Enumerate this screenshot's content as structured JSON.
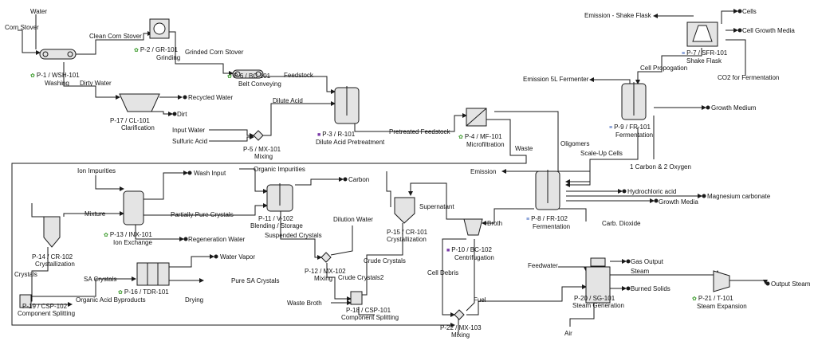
{
  "streams": {
    "water": "Water",
    "corn_stover": "Corn Stover",
    "clean_corn_stover": "Clean Corn Stover",
    "grinded_corn_stover": "Grinded Corn Stover",
    "dirty_water": "Dirty Water",
    "recycled_water": "Recycled Water",
    "dirt": "Dirt",
    "feedstock": "Feedstock",
    "dilute_acid": "Dilute Acid",
    "input_water": "Input Water",
    "sulfuric_acid": "Sulfuric Acid",
    "pretreated_feedstock": "Pretreated Feedstock",
    "waste": "Waste",
    "oligomers": "Oligomers",
    "scale_up_cells": "Scale-Up Cells",
    "emission": "Emission",
    "emission_shake": "Emission - Shake Flask",
    "cells": "Cells",
    "cell_growth_media": "Cell Growth Media",
    "cell_propogation": "Cell Propogation",
    "co2_fermentation": "CO2 for Fermentation",
    "emission_5l": "Emission 5L Fermenter",
    "growth_medium": "Growth Medium",
    "carbon_oxygen": "1 Carbon & 2 Oxygen",
    "hydrochloric_acid": "Hydrochloric acid",
    "magnesium_carbonate": "Magnesium carbonate",
    "growth_media": "Growth Media",
    "carb_dioxide": "Carb. Dioxide",
    "ion_impurities": "Ion Impurities",
    "wash_input": "Wash Input",
    "organic_impurities": "Organic Impurities",
    "carbon": "Carbon",
    "mixture": "Mixture",
    "partially_pure": "Partially Pure Crystals",
    "regeneration_water": "Regeneration Water",
    "dilution_water": "Dilution Water",
    "supernatant": "Supernatant",
    "broth": "Broth",
    "suspended_crystals": "Suspended Crystals",
    "crude_crystals": "Crude Crystals",
    "crude_crystals2": "Crude Crystals2",
    "water_vapor": "Water Vapor",
    "sa_crystals": "SA Crystals",
    "pure_sa": "Pure SA Crystals",
    "crystals": "Crystals",
    "organic_acid": "Organic Acid Byproducts",
    "waste_broth": "Waste Broth",
    "cell_debris": "Cell Debris",
    "fuel": "Fuel",
    "feedwater": "Feedwater",
    "gas_output": "Gas Output",
    "steam": "Steam",
    "burned_solids": "Burned Solids",
    "output_steam": "Output Steam",
    "air": "Air"
  },
  "units": {
    "p1": {
      "code": "P-1 / WSH-101",
      "name": "Washing"
    },
    "p2": {
      "code": "P-2 / GR-101",
      "name": "Grinding"
    },
    "p6": {
      "code": "P-6 / BC-101",
      "name": "Belt Conveying"
    },
    "p17": {
      "code": "P-17 / CL-101",
      "name": "Clarification"
    },
    "p3": {
      "code": "P-3 / R-101",
      "name": "Dilute Acid Pretreatment"
    },
    "p5": {
      "code": "P-5 / MX-101",
      "name": "Mixing"
    },
    "p4": {
      "code": "P-4 / MF-101",
      "name": "Microfiltration"
    },
    "p7": {
      "code": "P-7 / SFR-101",
      "name": "Shake Flask"
    },
    "p9": {
      "code": "P-9 / FR-101",
      "name": "Fermentation"
    },
    "p8": {
      "code": "P-8 / FR-102",
      "name": "Fermentation"
    },
    "p13": {
      "code": "P-13 / INX-101",
      "name": "Ion Exchange"
    },
    "p11": {
      "code": "P-11 / V-102",
      "name": "Blending / Storage"
    },
    "p15": {
      "code": "P-15 / CR-101",
      "name": "Crystallization"
    },
    "p14": {
      "code": "P-14 / CR-102",
      "name": "Crystallization"
    },
    "p10": {
      "code": "P-10 / BC-102",
      "name": "Centrifugation"
    },
    "p12": {
      "code": "P-12 / MX-102",
      "name": "Mixing"
    },
    "p16": {
      "code": "P-16 / TDR-101",
      "name": "Drying"
    },
    "p18": {
      "code": "P-18 / CSP-101",
      "name": "Component Splitting"
    },
    "p19": {
      "code": "P-19 / CSP-102",
      "name": "Component Splitting"
    },
    "p20": {
      "code": "P-20 / SG-101",
      "name": "Steam Generation"
    },
    "p21": {
      "code": "P-21 / T-101",
      "name": "Steam Expansion"
    },
    "p22": {
      "code": "P-22 / MX-103",
      "name": "Mixing"
    }
  },
  "colors": {
    "line": "#1a1a1a",
    "equip_fill": "#e4e4e4",
    "icon_green": "#3a9a2a",
    "icon_purple": "#7a3aa8",
    "icon_blue": "#2a55b8"
  }
}
